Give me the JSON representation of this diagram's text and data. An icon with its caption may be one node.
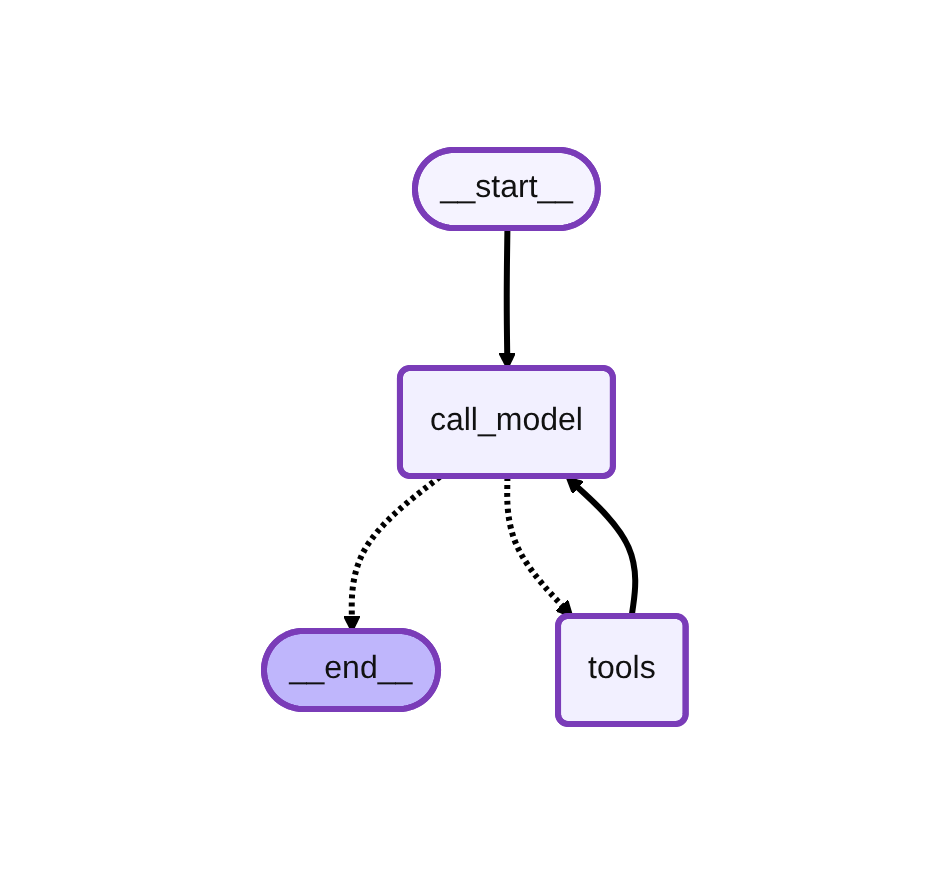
{
  "diagram": {
    "nodes": [
      {
        "text": [
          "__start__"
        ]
      },
      {
        "text": [
          "call_model"
        ]
      },
      {
        "text": [
          "__end__"
        ]
      },
      {
        "text": [
          "tools"
        ]
      }
    ],
    "edges": [
      {
        "from": 0,
        "to": 1,
        "arrow": "to"
      },
      {
        "from": 1,
        "to": 2,
        "arrow": "to",
        "style": "dashed"
      },
      {
        "from": 1,
        "to": 3,
        "arrow": "to",
        "style": "dashed"
      },
      {
        "from": 3,
        "to": 1,
        "arrow": "to"
      }
    ]
  }
}
